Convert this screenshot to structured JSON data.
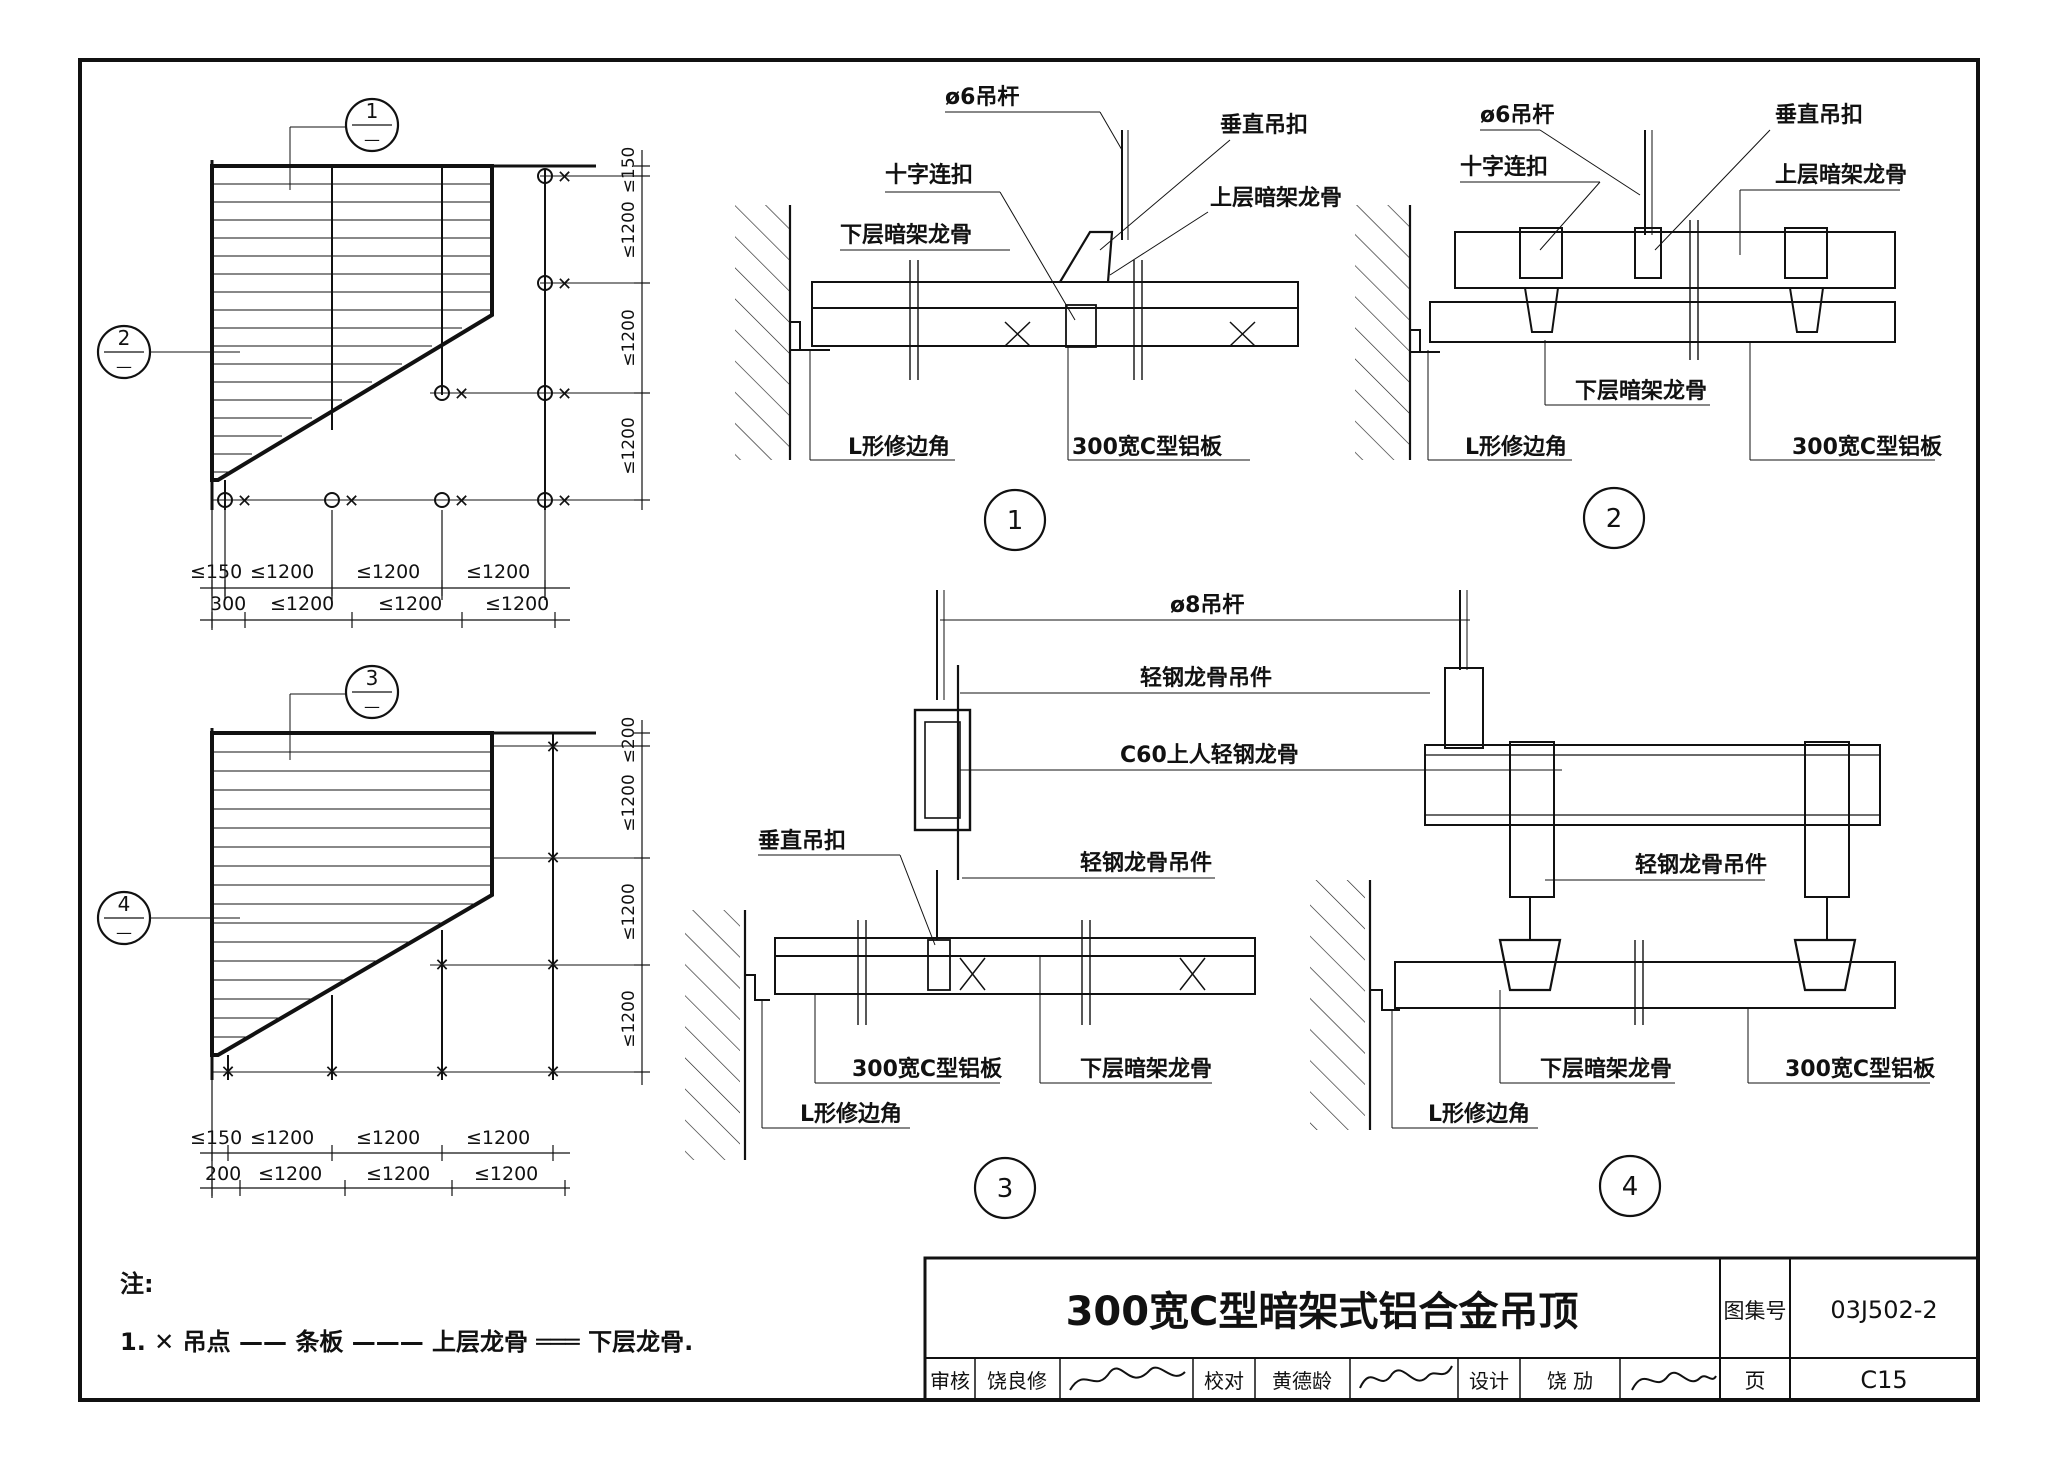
{
  "title_block": {
    "title": "300宽C型暗架式铝合金吊顶",
    "atlas_label": "图集号",
    "atlas_no": "03J502-2",
    "page_label": "页",
    "page_no": "C15",
    "review_label": "审核",
    "reviewer": "饶良修",
    "check_label": "校对",
    "checker": "黄德龄",
    "design_label": "设计",
    "designer": "饶 劢"
  },
  "notes": {
    "heading": "注:",
    "item1": "1. ✕ 吊点 —— 条板 ——— 上层龙骨 ═══ 下层龙骨."
  },
  "plan1": {
    "callout_top": "1",
    "callout_left": "2",
    "dims_right": [
      "≤150",
      "≤1200",
      "≤1200",
      "≤1200"
    ],
    "dims_bottom1": [
      "≤150",
      "≤1200",
      "≤1200",
      "≤1200"
    ],
    "dims_bottom2": [
      "300",
      "≤1200",
      "≤1200",
      "≤1200"
    ]
  },
  "plan2": {
    "callout_top": "3",
    "callout_left": "4",
    "dims_right": [
      "≤200",
      "≤1200",
      "≤1200",
      "≤1200"
    ],
    "dims_bottom1": [
      "≤150",
      "≤1200",
      "≤1200",
      "≤1200"
    ],
    "dims_bottom2": [
      "200",
      "≤1200",
      "≤1200",
      "≤1200"
    ]
  },
  "detail1": {
    "number": "1",
    "rod": "ø6吊杆",
    "clip": "垂直吊扣",
    "cross": "十字连扣",
    "upper": "上层暗架龙骨",
    "lower": "下层暗架龙骨",
    "angle": "L形修边角",
    "panel": "300宽C型铝板"
  },
  "detail2": {
    "number": "2",
    "rod": "ø6吊杆",
    "clip": "垂直吊扣",
    "cross": "十字连扣",
    "upper": "上层暗架龙骨",
    "lower": "下层暗架龙骨",
    "angle": "L形修边角",
    "panel": "300宽C型铝板"
  },
  "detail3": {
    "number": "3",
    "rod": "ø8吊杆",
    "hanger_top": "轻钢龙骨吊件",
    "main": "C60上人轻钢龙骨",
    "clip": "垂直吊扣",
    "hanger_bottom": "轻钢龙骨吊件",
    "panel": "300宽C型铝板",
    "lower": "下层暗架龙骨",
    "angle": "L形修边角"
  },
  "detail4": {
    "number": "4",
    "hanger": "轻钢龙骨吊件",
    "lower": "下层暗架龙骨",
    "panel": "300宽C型铝板",
    "angle": "L形修边角"
  }
}
